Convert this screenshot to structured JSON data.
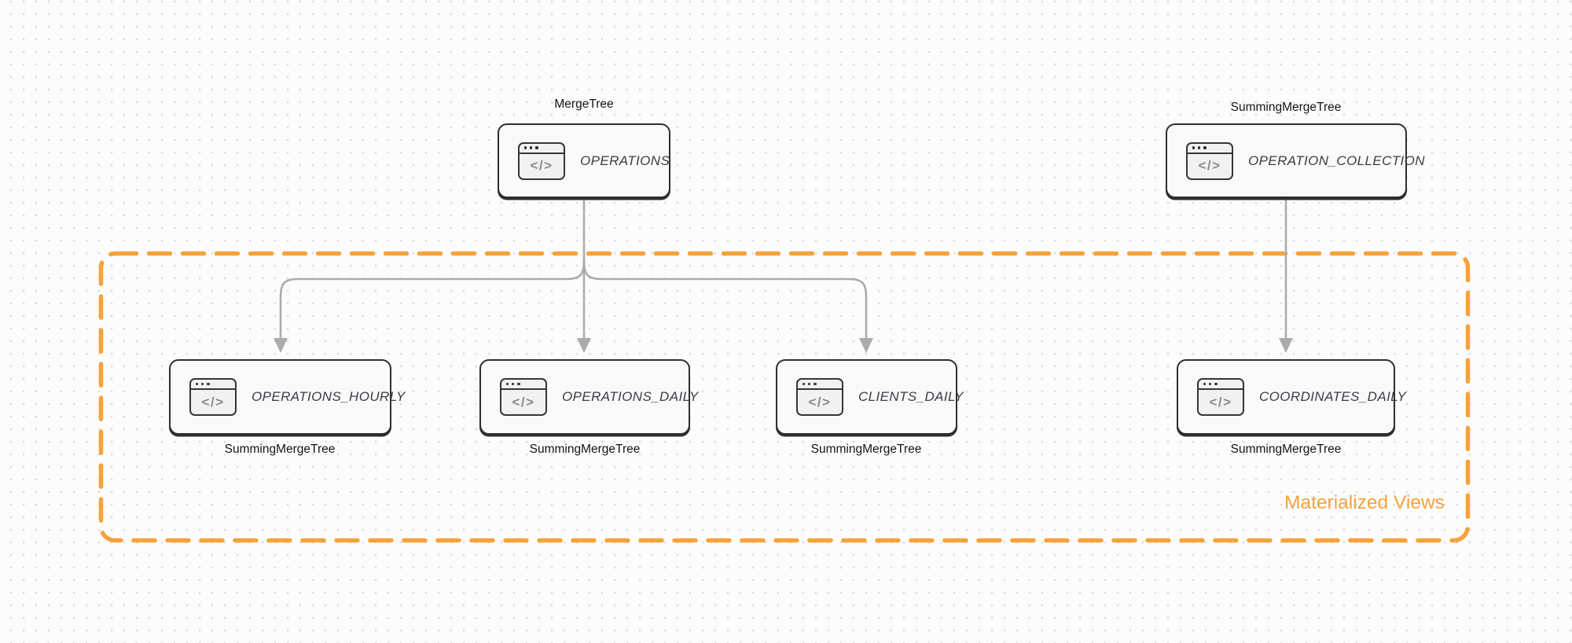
{
  "icon_glyph": "</>",
  "nodes": [
    {
      "id": "operations",
      "table": "OPERATIONS",
      "engine": "MergeTree"
    },
    {
      "id": "operation_collection",
      "table": "OPERATION_COLLECTION",
      "engine": "SummingMergeTree"
    },
    {
      "id": "operations_hourly",
      "table": "OPERATIONS_HOURLY",
      "engine": "SummingMergeTree"
    },
    {
      "id": "operations_daily",
      "table": "OPERATIONS_DAILY",
      "engine": "SummingMergeTree"
    },
    {
      "id": "clients_daily",
      "table": "CLIENTS_DAILY",
      "engine": "SummingMergeTree"
    },
    {
      "id": "coordinates_daily",
      "table": "COORDINATES_DAILY",
      "engine": "SummingMergeTree"
    }
  ],
  "edges": [
    {
      "from": "OPERATIONS",
      "to": "OPERATIONS_HOURLY"
    },
    {
      "from": "OPERATIONS",
      "to": "OPERATIONS_DAILY"
    },
    {
      "from": "OPERATIONS",
      "to": "CLIENTS_DAILY"
    },
    {
      "from": "OPERATION_COLLECTION",
      "to": "COORDINATES_DAILY"
    }
  ],
  "group": {
    "label": "Materialized Views"
  },
  "colors": {
    "accent_orange": "#F7A23B",
    "node_border": "#2E2E32",
    "node_fill": "#F9F9FA",
    "arrow_gray": "#ABABAB",
    "dot_grid": "#DCDCDC",
    "background": "#FCFCFC"
  }
}
